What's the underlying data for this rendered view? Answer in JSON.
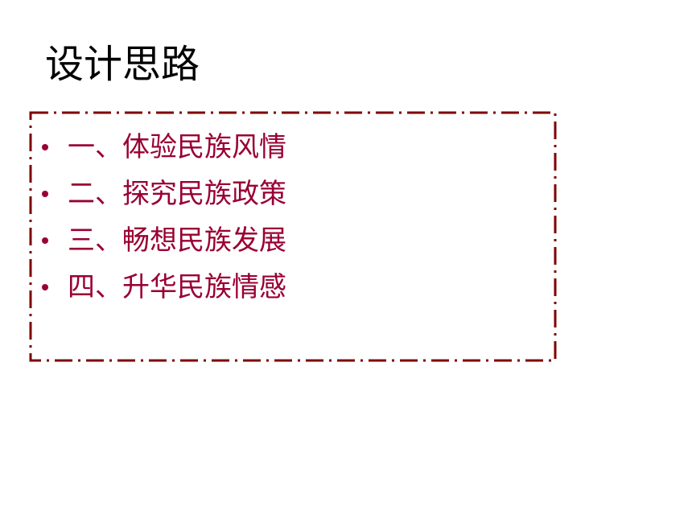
{
  "slide": {
    "title": "设计思路",
    "items": [
      {
        "label": "一、体验民族风情"
      },
      {
        "label": "二、探究民族政策"
      },
      {
        "label": "三、畅想民族发展"
      },
      {
        "label": "四、升华民族情感"
      }
    ]
  },
  "colors": {
    "title": "#000000",
    "item_text": "#990033",
    "frame_border": "#800000"
  }
}
